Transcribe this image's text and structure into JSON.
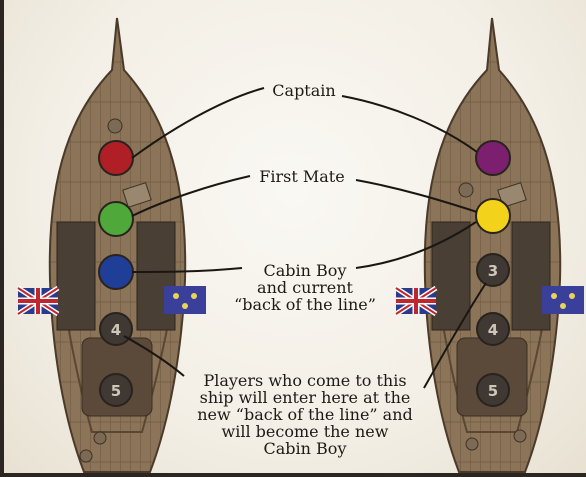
{
  "labels": {
    "captain": "Captain",
    "first_mate": "First Mate",
    "cabin_boy": [
      "Cabin Boy",
      "and current",
      "“back of the line”"
    ],
    "players": [
      "Players who come to this",
      "ship will enter here at the",
      "new “back of the line” and",
      "will become the new",
      "Cabin Boy"
    ]
  },
  "left_ship": {
    "seats": [
      {
        "role": "Captain",
        "color": "#b01e26"
      },
      {
        "role": "First Mate",
        "color": "#4ea83a"
      },
      {
        "role": "Cabin Boy",
        "color": "#1f3e97"
      },
      {
        "number": "4"
      },
      {
        "number": "5"
      }
    ]
  },
  "right_ship": {
    "seats": [
      {
        "role": "Captain",
        "color": "#7b1f6e"
      },
      {
        "role": "First Mate",
        "color": "#f3d21c"
      },
      {
        "number": "3"
      },
      {
        "number": "4"
      },
      {
        "number": "5"
      }
    ]
  },
  "colors": {
    "wood": "#8a7256",
    "plank_line": "#5e4a36",
    "dark_panel": "#4a3f35",
    "connector": "#1a1713",
    "flag_blue": "#3a3f9a"
  }
}
